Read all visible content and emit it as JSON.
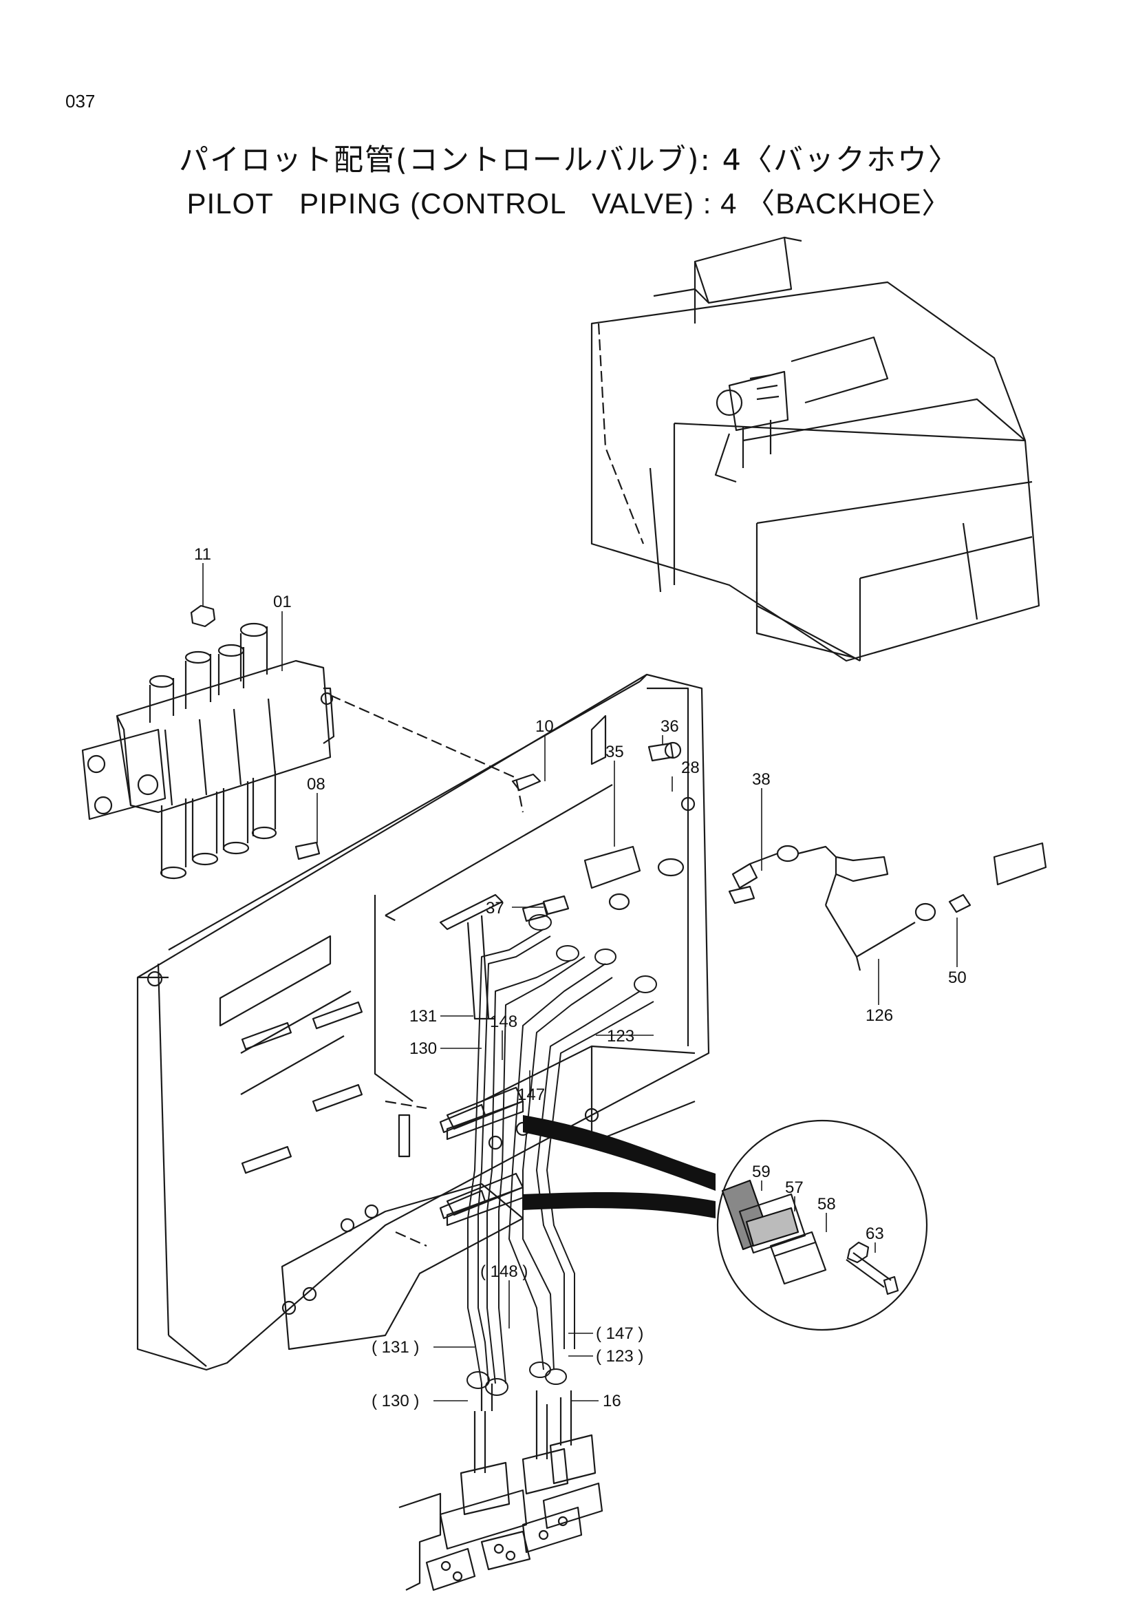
{
  "page_number": "037",
  "title_jp": "パイロット配管(コントロールバルブ): 4〈バックホウ〉",
  "title_en": "PILOT   PIPING (CONTROL   VALVE) : 4 〈BACKHOE〉",
  "callouts": {
    "c11": "11",
    "c01": "01",
    "c10": "10",
    "c36": "36",
    "c28": "28",
    "c08": "08",
    "c35": "35",
    "c38": "38",
    "c37": "37",
    "c50": "50",
    "c126": "126",
    "c131": "131",
    "c148": "148",
    "c130": "130",
    "c123": "123",
    "c147": "147",
    "c59": "59",
    "c57": "57",
    "c58": "58",
    "c63": "63",
    "c148p": "( 148 )",
    "c147p": "( 147 )",
    "c131p": "( 131 )",
    "c123p": "( 123 )",
    "c130p": "( 130 )",
    "c16": "16"
  }
}
